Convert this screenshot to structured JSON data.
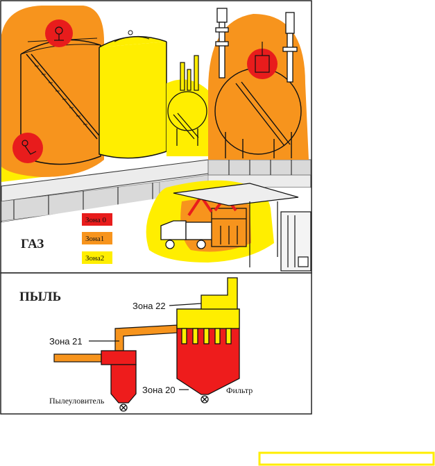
{
  "gas_section": {
    "title": "ГАЗ",
    "legend": [
      {
        "label": "Зона 0",
        "color": "#e81c1c"
      },
      {
        "label": "Зона1",
        "color": "#f7941d"
      },
      {
        "label": "Зона2",
        "color": "#ffee00"
      }
    ]
  },
  "dust_section": {
    "title": "ПЫЛЬ",
    "labels": {
      "zone22": "Зона 22",
      "zone21": "Зона 21",
      "zone20": "Зона 20",
      "collector": "Пылеуловитель",
      "filter": "Фильтр"
    },
    "colors": {
      "zone20": "#ee1c1c",
      "zone21": "#f7941d",
      "zone22": "#ffee00"
    }
  },
  "colors": {
    "zone0": "#e81c1c",
    "zone1": "#f7941d",
    "zone2": "#ffee00",
    "line": "#111111"
  }
}
